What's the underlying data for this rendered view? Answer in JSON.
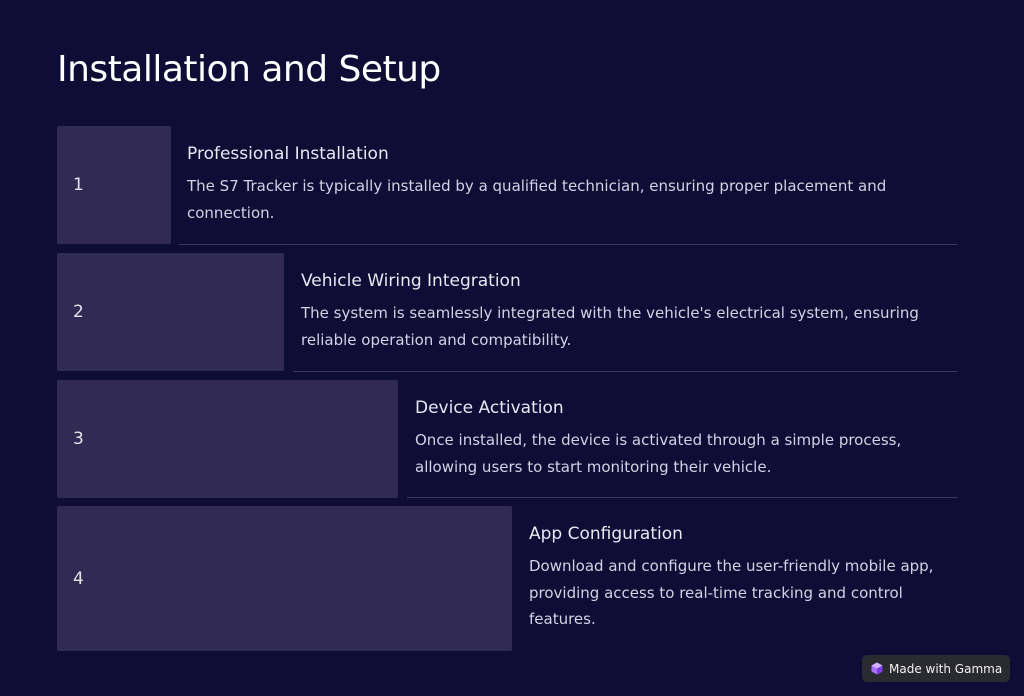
{
  "page": {
    "title": "Installation and Setup"
  },
  "steps": [
    {
      "number": "1",
      "heading": "Professional Installation",
      "description": "The S7 Tracker is typically installed by a qualified technician, ensuring proper placement and connection."
    },
    {
      "number": "2",
      "heading": "Vehicle Wiring Integration",
      "description": "The system is seamlessly integrated with the vehicle's electrical system, ensuring reliable operation and compatibility."
    },
    {
      "number": "3",
      "heading": "Device Activation",
      "description": "Once installed, the device is activated through a simple process, allowing users to start monitoring their vehicle."
    },
    {
      "number": "4",
      "heading": "App Configuration",
      "description": "Download and configure the user-friendly mobile app, providing access to real-time tracking and control features."
    }
  ],
  "badge": {
    "label": "Made with Gamma",
    "icon": "gamma-logo-icon"
  },
  "colors": {
    "background": "#0f0c35",
    "step_block": "#312b54",
    "divider": "#3d3862",
    "badge_background": "#2a2a31",
    "gamma_logo": "#a970ff"
  }
}
